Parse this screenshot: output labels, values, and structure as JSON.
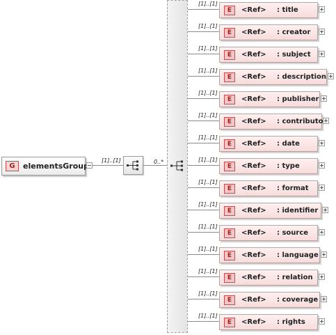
{
  "group": {
    "badge": "G",
    "name": "elementsGroup"
  },
  "group_cardinality": "[1]..[1]",
  "choice_cardinality": "0..*",
  "elements": [
    {
      "card": "[1]..[1]",
      "badge": "E",
      "ref": "<Ref>",
      "name": ": title"
    },
    {
      "card": "[1]..[1]",
      "badge": "E",
      "ref": "<Ref>",
      "name": ": creator"
    },
    {
      "card": "[1]..[1]",
      "badge": "E",
      "ref": "<Ref>",
      "name": ": subject"
    },
    {
      "card": "[1]..[1]",
      "badge": "E",
      "ref": "<Ref>",
      "name": ": description"
    },
    {
      "card": "[1]..[1]",
      "badge": "E",
      "ref": "<Ref>",
      "name": ": publisher"
    },
    {
      "card": "[1]..[1]",
      "badge": "E",
      "ref": "<Ref>",
      "name": ": contributor"
    },
    {
      "card": "[1]..[1]",
      "badge": "E",
      "ref": "<Ref>",
      "name": ": date"
    },
    {
      "card": "[1]..[1]",
      "badge": "E",
      "ref": "<Ref>",
      "name": ": type"
    },
    {
      "card": "[1]..[1]",
      "badge": "E",
      "ref": "<Ref>",
      "name": ": format"
    },
    {
      "card": "[1]..[1]",
      "badge": "E",
      "ref": "<Ref>",
      "name": ": identifier"
    },
    {
      "card": "[1]..[1]",
      "badge": "E",
      "ref": "<Ref>",
      "name": ": source"
    },
    {
      "card": "[1]..[1]",
      "badge": "E",
      "ref": "<Ref>",
      "name": ": language"
    },
    {
      "card": "[1]..[1]",
      "badge": "E",
      "ref": "<Ref>",
      "name": ": relation"
    },
    {
      "card": "[1]..[1]",
      "badge": "E",
      "ref": "<Ref>",
      "name": ": coverage"
    },
    {
      "card": "[1]..[1]",
      "badge": "E",
      "ref": "<Ref>",
      "name": ": rights"
    }
  ]
}
